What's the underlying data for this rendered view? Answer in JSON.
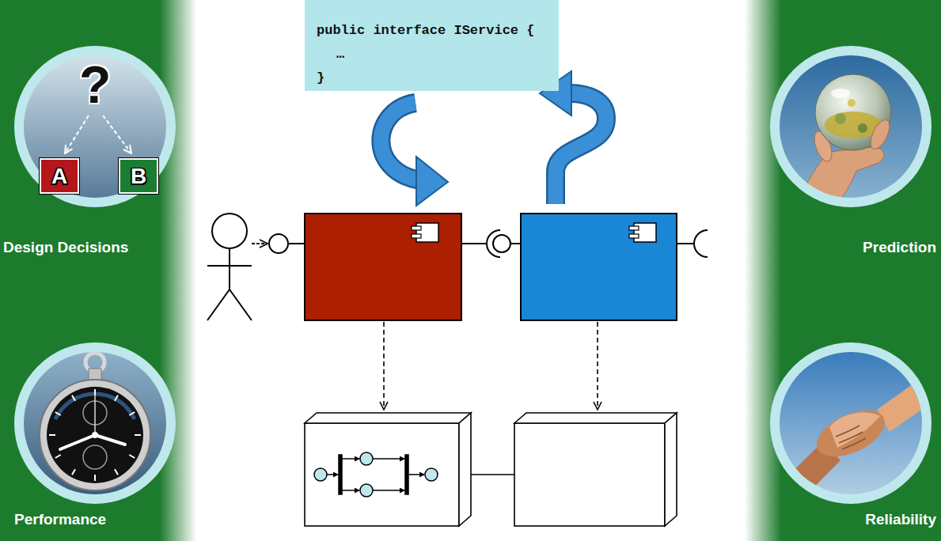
{
  "diagram": {
    "nodes": [
      {
        "text": [
          "public interface IService {",
          "…",
          "}"
        ]
      },
      {
        "text": [
          "Design Decisions"
        ]
      },
      {
        "text": [
          "A"
        ],
        "in": 1
      },
      {
        "text": [
          "B"
        ],
        "in": 1
      },
      {
        "text": [
          "Prediction"
        ]
      },
      {
        "text": [
          "Performance"
        ]
      },
      {
        "text": [
          "Reliability"
        ]
      }
    ],
    "labels": [
      "?"
    ]
  }
}
